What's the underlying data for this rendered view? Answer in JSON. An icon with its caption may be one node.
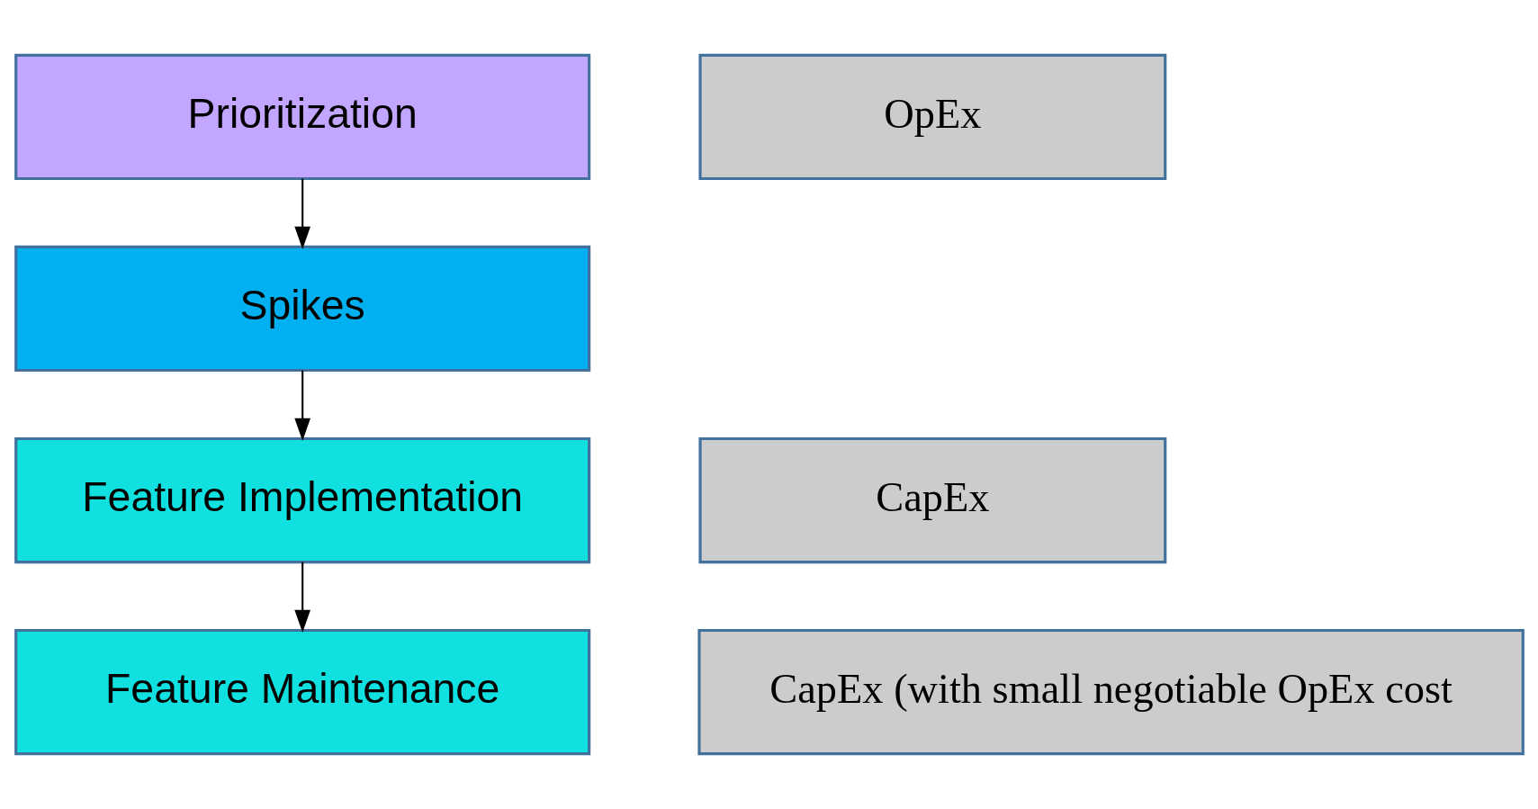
{
  "diagram": {
    "nodes": [
      {
        "text": [
          "Prioritization"
        ]
      },
      {
        "text": [
          "Spikes"
        ]
      },
      {
        "text": [
          "Feature Implementation"
        ]
      },
      {
        "text": [
          "Feature Maintenance"
        ]
      },
      {
        "text": [
          "OpEx"
        ]
      },
      {
        "text": [
          "CapEx"
        ]
      },
      {
        "text": [
          "CapEx (with small negotiable OpEx cost"
        ]
      }
    ],
    "edges": [
      {
        "from": 0,
        "to": 1,
        "arrow": "to"
      },
      {
        "from": 1,
        "to": 2,
        "arrow": "to"
      },
      {
        "from": 2,
        "to": 3,
        "arrow": "to"
      }
    ]
  }
}
